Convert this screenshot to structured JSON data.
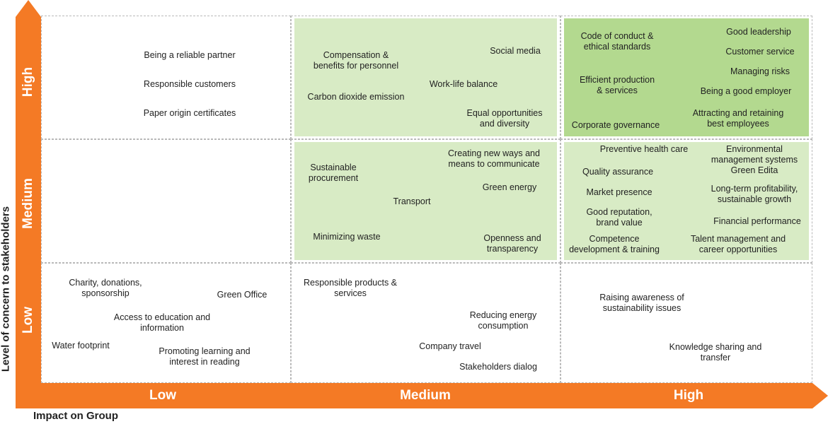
{
  "axes": {
    "y_title": "Level of concern to stakeholders",
    "x_title": "Impact on Group",
    "y_levels": [
      "High",
      "Medium",
      "Low"
    ],
    "x_levels": [
      "Low",
      "Medium",
      "High"
    ]
  },
  "colors": {
    "accent": "#f47a25",
    "light_green": "#d8ebc5",
    "dark_green": "#b3d98f"
  },
  "cells": {
    "high_low": [
      "Being a reliable partner",
      "Responsible customers",
      "Paper origin certificates"
    ],
    "high_medium": [
      "Compensation &\nbenefits for personnel",
      "Social media",
      "Work-life balance",
      "Carbon dioxide emission",
      "Equal opportunities\nand diversity"
    ],
    "high_high": [
      "Code of conduct &\nethical standards",
      "Good leadership",
      "Customer service",
      "Efficient production\n& services",
      "Managing risks",
      "Being a good employer",
      "Attracting and retaining\nbest employees",
      "Corporate governance"
    ],
    "medium_medium": [
      "Sustainable\nprocurement",
      "Creating new ways and\nmeans to communicate",
      "Green energy",
      "Transport",
      "Minimizing waste",
      "Openness and\ntransparency"
    ],
    "medium_high": [
      "Preventive health care",
      "Environmental\nmanagement systems\nGreen Edita",
      "Quality assurance",
      "Market presence",
      "Long-term profitability,\nsustainable growth",
      "Good reputation,\nbrand value",
      "Financial performance",
      "Competence\ndevelopment & training",
      "Talent management and\ncareer opportunities"
    ],
    "low_low": [
      "Charity, donations,\nsponsorship",
      "Green Office",
      "Access to education and\ninformation",
      "Water footprint",
      "Promoting learning and\ninterest in reading"
    ],
    "low_medium": [
      "Responsible products &\nservices",
      "Reducing energy\nconsumption",
      "Company travel",
      "Stakeholders dialog"
    ],
    "low_high": [
      "Raising awareness of\nsustainability issues",
      "Knowledge sharing and\ntransfer"
    ]
  }
}
